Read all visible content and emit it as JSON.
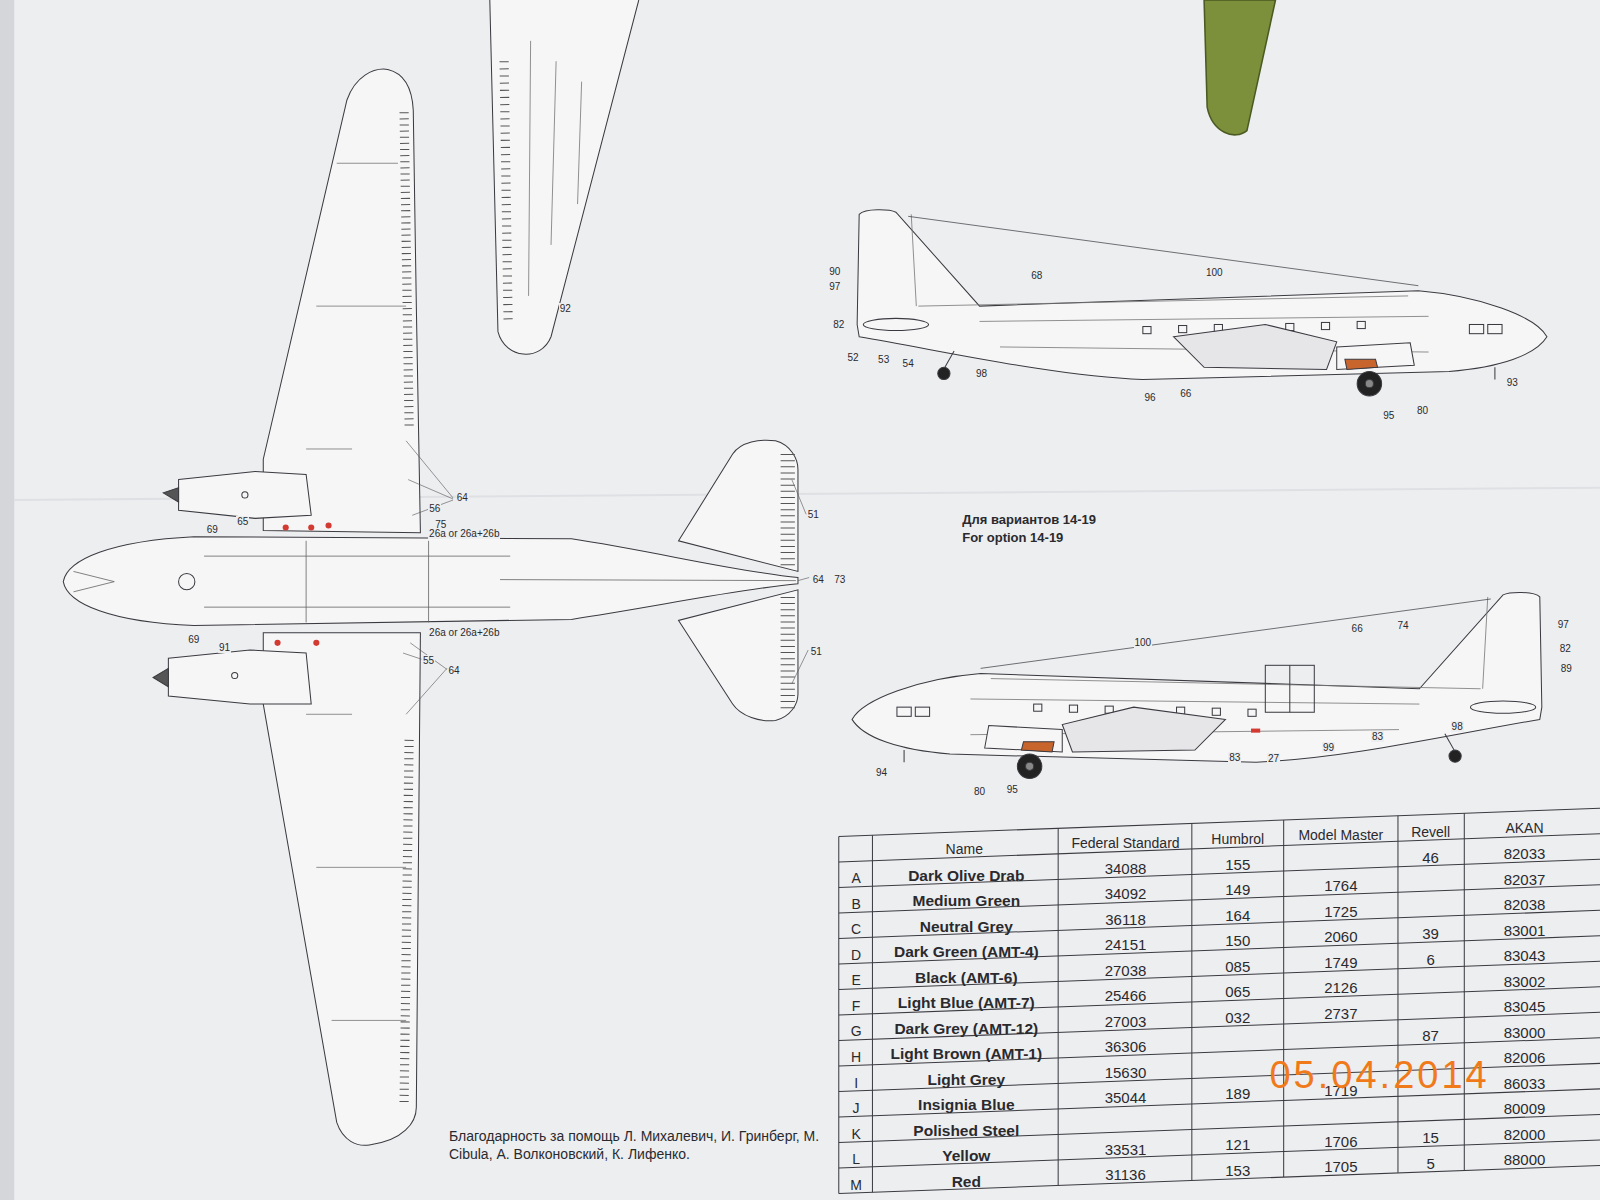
{
  "diagram": {
    "labels": [
      "92",
      "64",
      "56",
      "65",
      "69",
      "75",
      "26a or 26a+26b",
      "51",
      "64",
      "73",
      "26a or 26a+26b",
      "69",
      "91",
      "55",
      "64",
      "51",
      "90",
      "97",
      "68",
      "100",
      "82",
      "52",
      "53",
      "54",
      "98",
      "96",
      "66",
      "93",
      "95",
      "80",
      "Для вариантов 14-19",
      "For option 14-19",
      "100",
      "66",
      "74",
      "97",
      "82",
      "89",
      "98",
      "83",
      "99",
      "83",
      "27",
      "94",
      "80",
      "95",
      "Name",
      "Federal Standard",
      "Humbrol",
      "Model Master",
      "Revell",
      "AKAN",
      "A",
      "Dark Olive Drab",
      "34088",
      "155",
      "46",
      "82033",
      "B",
      "Medium Green",
      "34092",
      "149",
      "1764",
      "82037",
      "C",
      "Neutral Grey",
      "36118",
      "164",
      "1725",
      "82038",
      "D",
      "Dark Green (AMT-4)",
      "24151",
      "150",
      "2060",
      "39",
      "83001",
      "E",
      "Black (AMT-6)",
      "27038",
      "085",
      "1749",
      "6",
      "83043",
      "F",
      "Light Blue (AMT-7)",
      "25466",
      "065",
      "2126",
      "83002",
      "G",
      "Dark Grey (AMT-12)",
      "27003",
      "032",
      "2737",
      "83045",
      "H",
      "Light Brown (AMT-1)",
      "36306",
      "87",
      "83000",
      "I",
      "Light Grey",
      "15630",
      "82006",
      "J",
      "Insignia Blue",
      "35044",
      "189",
      "1719",
      "86033",
      "K",
      "Polished Steel",
      "80009",
      "L",
      "Yellow",
      "33531",
      "121",
      "1706",
      "15",
      "82000",
      "M",
      "Red",
      "31136",
      "153",
      "1705",
      "5",
      "88000",
      "Благодарность за помощь Л. Михалевич, И. Гринберг, M. Cibula, А. Волконовский, К. Лифенко.",
      "05.04.2014"
    ]
  }
}
